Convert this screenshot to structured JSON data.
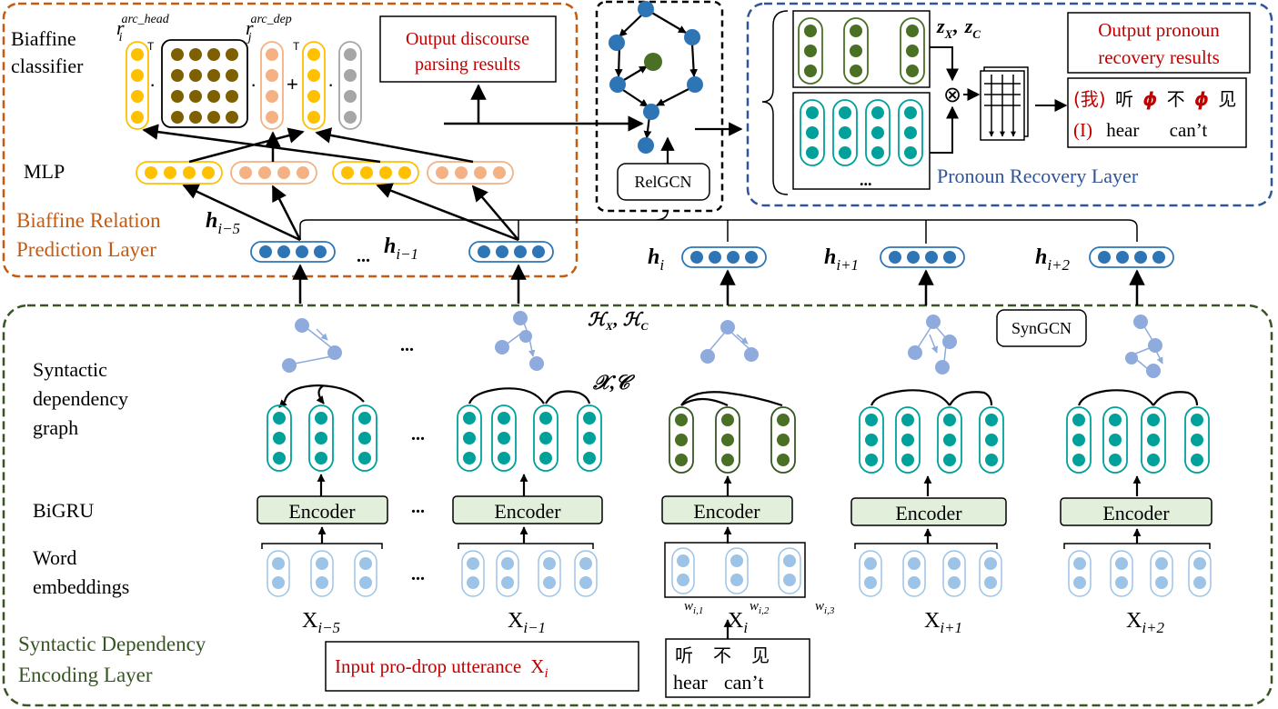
{
  "colors": {
    "orange_frame": "#c55a11",
    "blue_frame": "#2f5597",
    "green_frame": "#375623",
    "dark_red": "#c00000",
    "gold": "#ffc000",
    "olive": "#7f6000",
    "salmon": "#f4b183",
    "gray": "#a6a6a6",
    "blue_node": "#2e75b6",
    "teal": "#00a19a",
    "dark_green": "#4a7025",
    "light_blue": "#9dc3e6",
    "lavender": "#8faadc",
    "encoder_fill": "#e2efda"
  },
  "biaffine": {
    "layer_label_1": "Biaffine Relation",
    "layer_label_2": "Prediction Layer",
    "classifier_1": "Biaffine",
    "classifier_2": "classifier",
    "mlp": "MLP",
    "r_head_base": "r",
    "r_head_sub": "i",
    "r_head_sup": "arc_head",
    "r_dep_base": "r",
    "r_dep_sub": "j",
    "r_dep_sup": "arc_dep",
    "transpose": "T",
    "dot": "·",
    "plus": "+",
    "output_1": "Output discourse",
    "output_2": "parsing results"
  },
  "relgcn": {
    "label": "RelGCN"
  },
  "pronoun": {
    "layer_label": "Pronoun Recovery Layer",
    "z_label": "z",
    "z_sub_x": "X",
    "z_sub_c": "C",
    "z_sep": ",",
    "ellipsis": "...",
    "otimes": "⊗",
    "output_1": "Output pronoun",
    "output_2": "recovery results",
    "zh_wo": "(我)",
    "zh_ting": "听",
    "zh_phi": "ϕ",
    "zh_bu": "不",
    "zh_jian": "见",
    "en_i": "(I)",
    "en_hear": "hear",
    "en_cant": "can’t"
  },
  "hidden": {
    "h": "h",
    "sub_i_m5": "i−5",
    "sub_i_m1": "i−1",
    "sub_i": "i",
    "sub_i_p1": "i+1",
    "sub_i_p2": "i+2",
    "ellipsis": "..."
  },
  "syntactic": {
    "layer_label_1": "Syntactic Dependency",
    "layer_label_2": "Encoding Layer",
    "graph_1": "Syntactic",
    "graph_2": "dependency",
    "graph_3": "graph",
    "bigru": "BiGRU",
    "word_1": "Word",
    "word_2": "embeddings",
    "encoder": "Encoder",
    "syngcn": "SynGCN",
    "calH": "ℋ",
    "calH_sub_x": "X",
    "calH_sub_c": "C",
    "x_c": "𝒳,𝒞",
    "ellipsis": "...",
    "X": "X",
    "sub_i_m5": "i−5",
    "sub_i_m1": "i−1",
    "sub_i": "i",
    "sub_i_p1": "i+1",
    "sub_i_p2": "i+2",
    "w": "w",
    "w1": "i,1",
    "w2": "i,2",
    "w3": "i,3",
    "input_label": "Input pro-drop utterance",
    "input_X": "X",
    "input_sub": "i",
    "in_ting": "听",
    "in_bu": "不",
    "in_jian": "见",
    "in_hear": "hear",
    "in_cant": "can’t"
  }
}
